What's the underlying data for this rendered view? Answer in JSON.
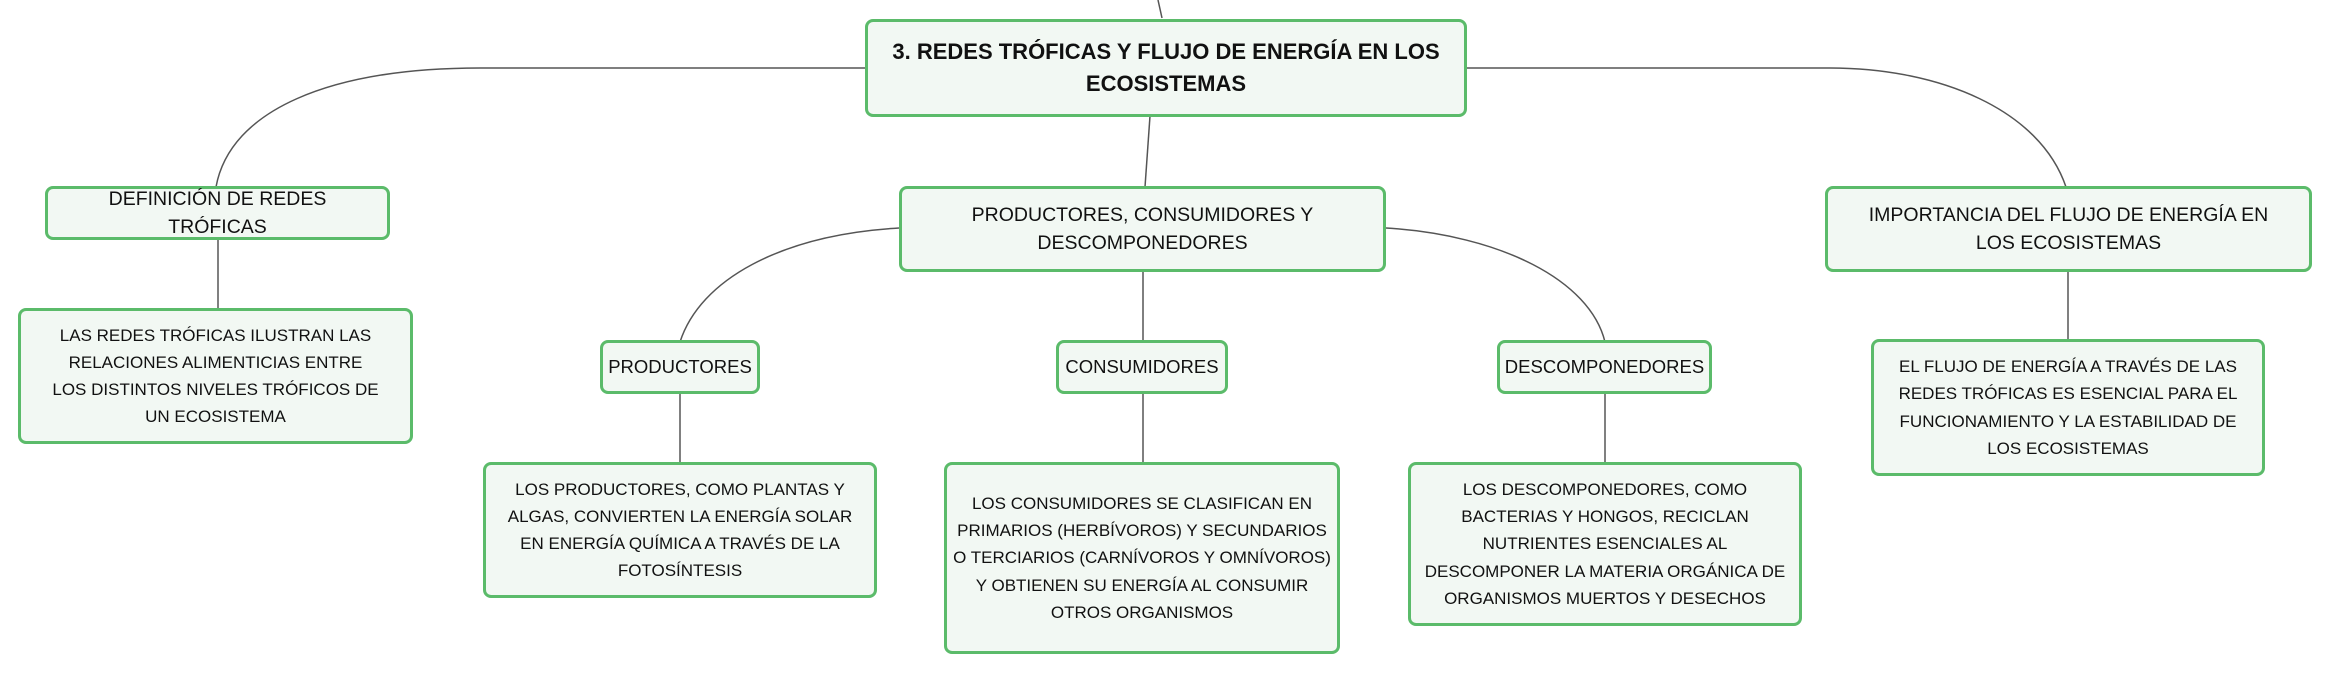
{
  "accent_color": "#5bbb6a",
  "node_fill": "#f2f8f3",
  "line_color": "#555555",
  "root": {
    "title": "3. REDES TRÓFICAS Y FLUJO DE ENERGÍA EN LOS ECOSISTEMAS"
  },
  "branches": {
    "definicion": {
      "label": "DEFINICIÓN DE REDES TRÓFICAS",
      "detail": "LAS REDES TRÓFICAS ILUSTRAN LAS RELACIONES ALIMENTICIAS ENTRE LOS DISTINTOS NIVELES TRÓFICOS DE UN ECOSISTEMA"
    },
    "actores": {
      "label": "PRODUCTORES, CONSUMIDORES Y DESCOMPONEDORES",
      "productores": {
        "label": "PRODUCTORES",
        "detail": "LOS PRODUCTORES, COMO PLANTAS Y ALGAS, CONVIERTEN LA ENERGÍA SOLAR EN ENERGÍA QUÍMICA A TRAVÉS DE LA FOTOSÍNTESIS"
      },
      "consumidores": {
        "label": "CONSUMIDORES",
        "detail": "LOS CONSUMIDORES SE CLASIFICAN EN PRIMARIOS (HERBÍVOROS) Y SECUNDARIOS O TERCIARIOS (CARNÍVOROS Y OMNÍVOROS) Y OBTIENEN SU ENERGÍA AL CONSUMIR OTROS ORGANISMOS"
      },
      "descomponedores": {
        "label": "DESCOMPONEDORES",
        "detail": "LOS DESCOMPONEDORES, COMO BACTERIAS Y HONGOS, RECICLAN NUTRIENTES ESENCIALES AL DESCOMPONER LA MATERIA ORGÁNICA DE ORGANISMOS MUERTOS Y DESECHOS"
      }
    },
    "importancia": {
      "label": "IMPORTANCIA DEL FLUJO DE ENERGÍA EN LOS ECOSISTEMAS",
      "detail": "EL FLUJO DE ENERGÍA A TRAVÉS DE LAS REDES TRÓFICAS ES ESENCIAL PARA EL FUNCIONAMIENTO Y LA ESTABILIDAD DE LOS ECOSISTEMAS"
    }
  }
}
